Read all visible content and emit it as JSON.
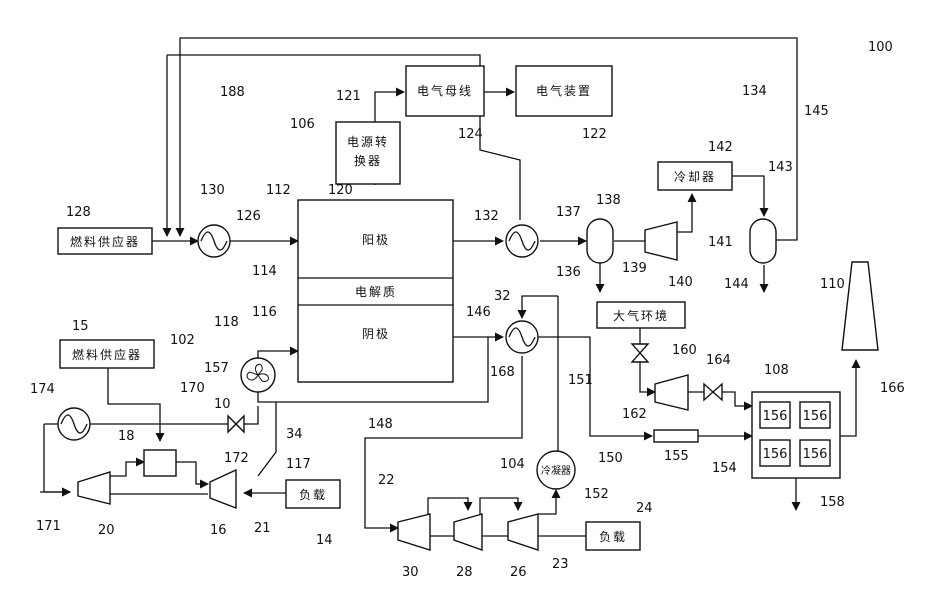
{
  "boxes": {
    "fuel_supply_128": "燃料供应器",
    "fuel_supply_15": "燃料供应器",
    "power_converter_line1": "电源转",
    "power_converter_line2": "换器",
    "bus": "电气母线",
    "device": "电气装置",
    "cooler_142": "冷却器",
    "anode": "阳极",
    "electrolyte": "电解质",
    "cathode": "阴极",
    "atmosphere": "大气环境",
    "condenser": "冷凝器",
    "load_14": "负载",
    "load_24": "负载",
    "cell_156": "156"
  },
  "refs": {
    "r100": "100",
    "r106": "106",
    "r134": "134",
    "r145": "145",
    "r188": "188",
    "r121": "121",
    "r124": "124",
    "r122": "122",
    "r142": "142",
    "r143": "143",
    "r112": "112",
    "r120": "120",
    "r128": "128",
    "r130": "130",
    "r126": "126",
    "r132": "132",
    "r137": "137",
    "r138": "138",
    "r136": "136",
    "r139": "139",
    "r140": "140",
    "r141": "141",
    "r144": "144",
    "r110": "110",
    "r114": "114",
    "r116": "116",
    "r15": "15",
    "r102": "102",
    "r118": "118",
    "r157": "157",
    "r146": "146",
    "r32": "32",
    "r160": "160",
    "r164": "164",
    "r108": "108",
    "r162": "162",
    "r166": "166",
    "r174": "174",
    "r170": "170",
    "r10": "10",
    "r168": "168",
    "r151": "151",
    "r18": "18",
    "r172": "172",
    "r34": "34",
    "r117": "117",
    "r148": "148",
    "r150": "150",
    "r155": "155",
    "r154": "154",
    "r158": "158",
    "r22": "22",
    "r104": "104",
    "r171": "171",
    "r20": "20",
    "r16": "16",
    "r21": "21",
    "r14": "14",
    "r152": "152",
    "r24": "24",
    "r30": "30",
    "r28": "28",
    "r26": "26",
    "r23": "23"
  }
}
